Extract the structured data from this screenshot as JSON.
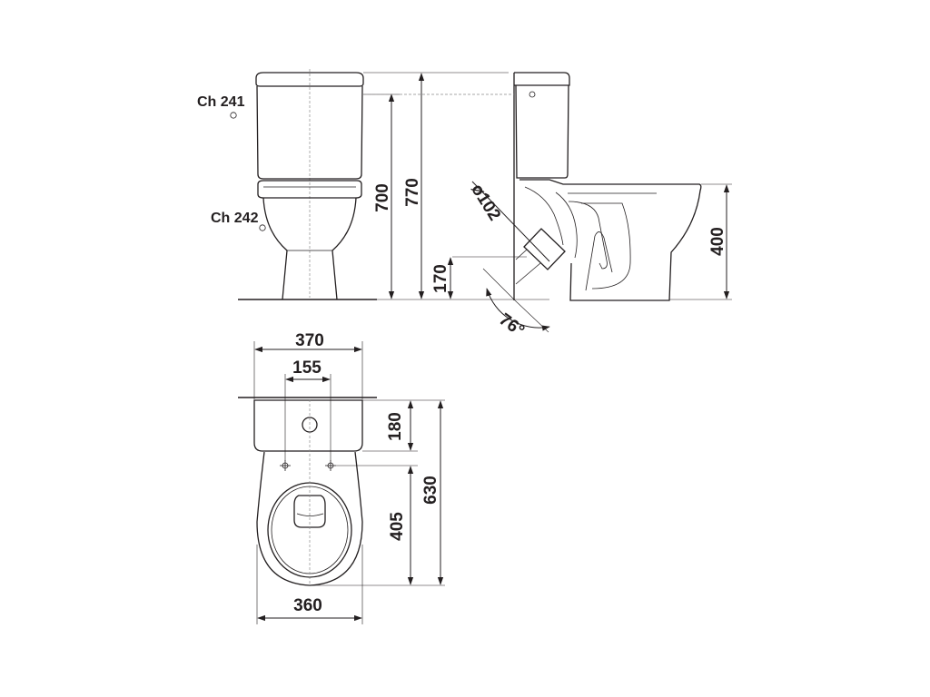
{
  "labels": {
    "ch241": "Ch 241",
    "ch242": "Ch 242"
  },
  "dimensions": {
    "height_700": "700",
    "height_770": "770",
    "height_170": "170",
    "height_400": "400",
    "pipe_diameter": "ø102",
    "angle": "76°",
    "width_370": "370",
    "width_155": "155",
    "depth_180": "180",
    "depth_630": "630",
    "depth_405": "405",
    "width_360": "360"
  },
  "colors": {
    "line": "#231f20",
    "centerline": "#8a8a8a",
    "background": "#ffffff"
  }
}
